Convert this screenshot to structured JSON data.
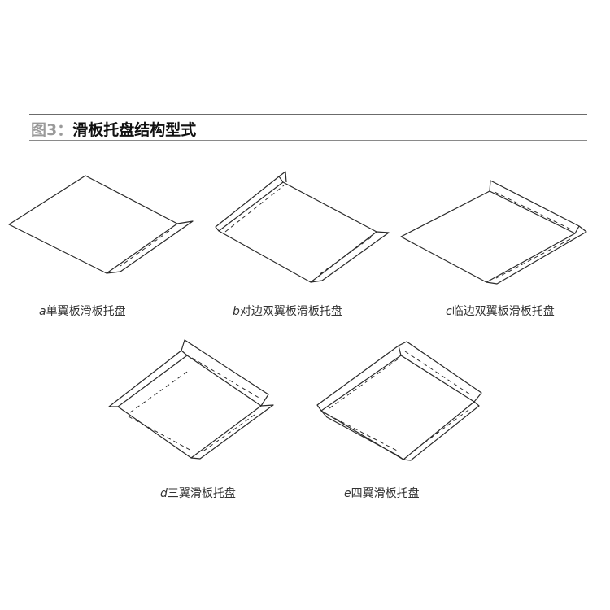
{
  "figure": {
    "label": "图3：",
    "title": "滑板托盘结构型式"
  },
  "panels": [
    {
      "id": "a",
      "letter": "a",
      "caption": "单翼板滑板托盘"
    },
    {
      "id": "b",
      "letter": "b",
      "caption": "对边双翼板滑板托盘"
    },
    {
      "id": "c",
      "letter": "c",
      "caption": "临边双翼板滑板托盘"
    },
    {
      "id": "d",
      "letter": "d",
      "caption": "三翼滑板托盘"
    },
    {
      "id": "e",
      "letter": "e",
      "caption": "四翼滑板托盘"
    }
  ]
}
